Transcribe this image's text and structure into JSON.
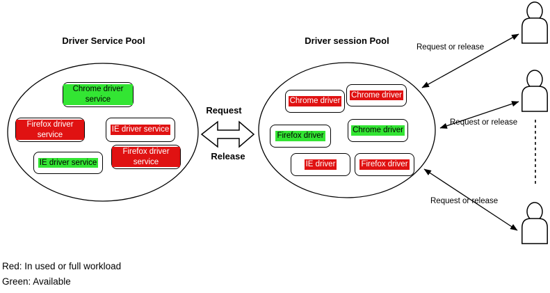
{
  "diagram": {
    "left_pool": {
      "title": "Driver Service Pool",
      "items": [
        {
          "label": "Chrome driver service",
          "status": "green"
        },
        {
          "label": "Firefox driver service",
          "status": "red"
        },
        {
          "label": "IE driver service",
          "status": "red"
        },
        {
          "label": "IE driver service",
          "status": "green"
        },
        {
          "label": "Firefox driver service",
          "status": "red"
        }
      ]
    },
    "right_pool": {
      "title": "Driver session Pool",
      "items": [
        {
          "label": "Chrome driver",
          "status": "red"
        },
        {
          "label": "Chrome driver",
          "status": "red"
        },
        {
          "label": "Firefox driver",
          "status": "green"
        },
        {
          "label": "Chrome driver",
          "status": "green"
        },
        {
          "label": "IE driver",
          "status": "red"
        },
        {
          "label": "Firefox driver",
          "status": "red"
        }
      ]
    },
    "center_arrow": {
      "request": "Request",
      "release": "Release"
    },
    "user_arrows": [
      {
        "label": "Request or release"
      },
      {
        "label": "Request or release"
      },
      {
        "label": "Request or release"
      }
    ],
    "legend": [
      {
        "text": "Red: In used or full workload"
      },
      {
        "text": "Green: Available"
      }
    ],
    "colors": {
      "in_use": "#e01212",
      "available": "#33e533"
    }
  }
}
